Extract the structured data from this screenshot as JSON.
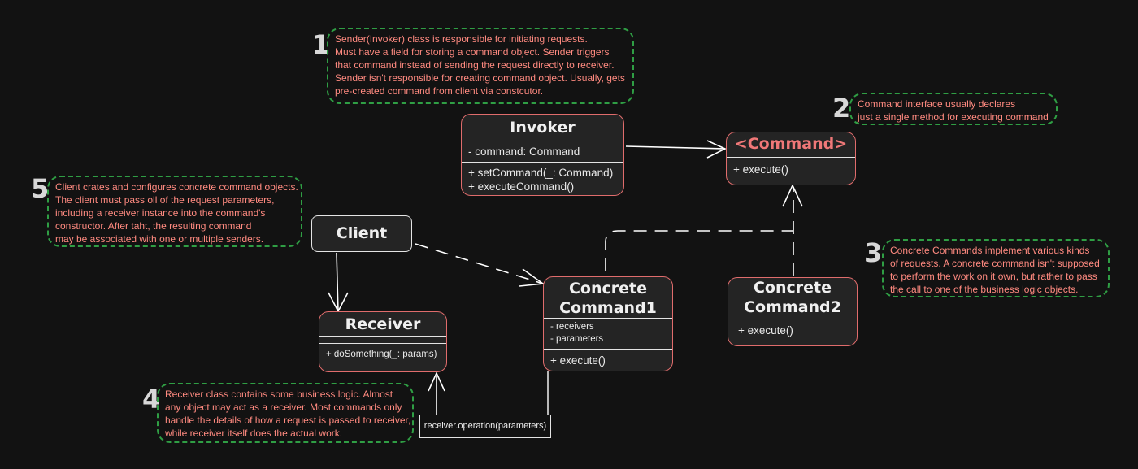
{
  "colors": {
    "background": "#121212",
    "box_fill": "#242424",
    "box_border_accent": "#e06c6c",
    "box_border_plain": "#e4e4e4",
    "note_border": "#2f9e44",
    "note_text": "#ff8a80",
    "connector": "#ffffff"
  },
  "notes": [
    {
      "number": "1",
      "lines": [
        "Sender(Invoker) class is responsible for initiating requests.",
        "Must have a field for storing a command object. Sender triggers",
        "that command instead of sending the request directly to receiver.",
        "Sender isn't responsible for creating command object. Usually, gets",
        "pre-created command from client via constcutor."
      ]
    },
    {
      "number": "2",
      "lines": [
        "Command interface usually declares",
        "just a single method for executing command"
      ]
    },
    {
      "number": "3",
      "lines": [
        "Concrete Commands implement various kinds",
        "of requests. A concrete command isn't supposed",
        "to perform the work on it own, but rather to pass",
        "the call to one of the business logic objects."
      ]
    },
    {
      "number": "4",
      "lines": [
        "Receiver class contains some business logic. Almost",
        "any object may act as a receiver. Most commands only",
        "handle the details of how a request is passed to receiver,",
        "while receiver itself does the actual work."
      ]
    },
    {
      "number": "5",
      "lines": [
        "Client crates and configures concrete command objects.",
        "The client must pass oll of the request parameters,",
        "including a receiver instance into the command's",
        "constructor. After taht, the resulting command",
        "may be associated with one or multiple senders."
      ]
    }
  ],
  "classes": {
    "invoker": {
      "title": "Invoker",
      "fields": [
        "- command: Command"
      ],
      "methods": [
        "+ setCommand(_: Command)",
        "+ executeCommand()"
      ]
    },
    "command": {
      "title": "<Command>",
      "methods": [
        "+ execute()"
      ]
    },
    "client": {
      "title": "Client"
    },
    "receiver": {
      "title": "Receiver",
      "methods": [
        "+ doSomething(_: params)"
      ]
    },
    "concrete1": {
      "title_lines": [
        "Concrete",
        "Command1"
      ],
      "fields": [
        "- receivers",
        "- parameters"
      ],
      "methods": [
        "+ execute()"
      ]
    },
    "concrete2": {
      "title_lines": [
        "Concrete",
        "Command2"
      ],
      "methods": [
        "+ execute()"
      ]
    }
  },
  "operation_label": "receiver.operation(parameters)"
}
